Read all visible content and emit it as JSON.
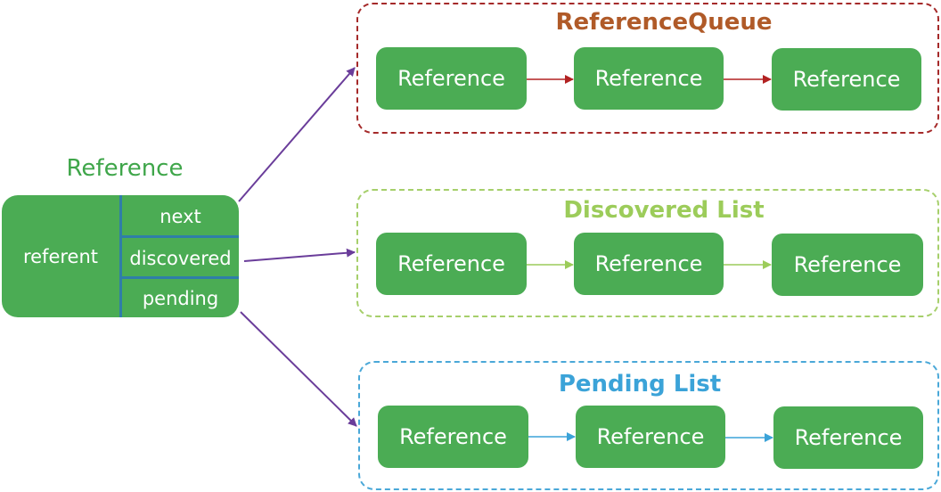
{
  "reference": {
    "title": "Reference",
    "referent": "referent",
    "fields": [
      "next",
      "discovered",
      "pending"
    ]
  },
  "lists": [
    {
      "title": "ReferenceQueue",
      "color": "#b05a28",
      "border_color": "#a52a2a",
      "arrow_color": "#b22222",
      "nodes": [
        "Reference",
        "Reference",
        "Reference"
      ]
    },
    {
      "title": "Discovered List",
      "color": "#9ccc5a",
      "border_color": "#a6cf6b",
      "arrow_color": "#9ccc5a",
      "nodes": [
        "Reference",
        "Reference",
        "Reference"
      ]
    },
    {
      "title": "Pending List",
      "color": "#3ba3d8",
      "border_color": "#4aa8d8",
      "arrow_color": "#3ba3d8",
      "nodes": [
        "Reference",
        "Reference",
        "Reference"
      ]
    }
  ],
  "colors": {
    "node_fill": "#4bac54",
    "pointer_arrow": "#6a3d9a",
    "divider": "#2f7ea8"
  }
}
